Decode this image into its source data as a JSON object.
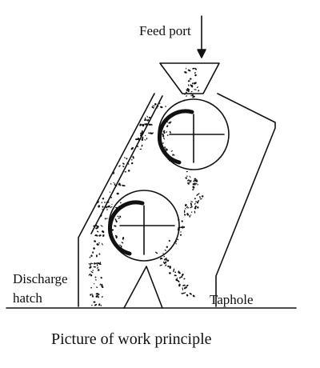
{
  "labels": {
    "feed_port": "Feed port",
    "discharge_line1": "Discharge",
    "discharge_line2": "hatch",
    "taphole": "Taphole"
  },
  "caption": "Picture of work principle",
  "colors": {
    "ink": "#111111",
    "background": "#ffffff"
  }
}
